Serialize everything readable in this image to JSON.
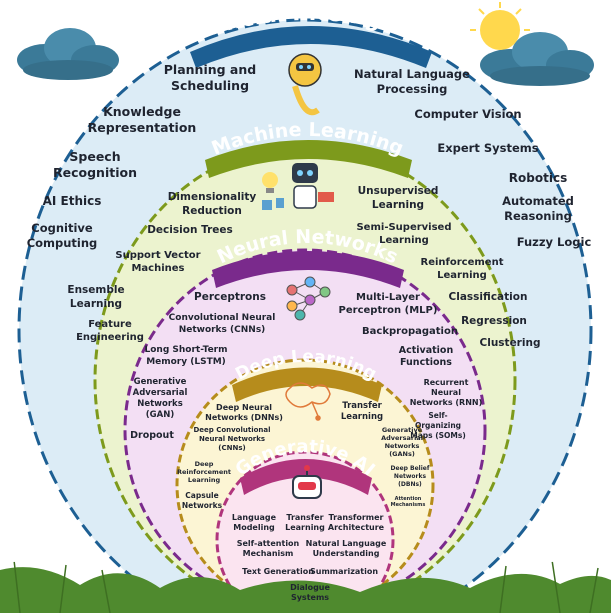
{
  "layers": [
    {
      "title": "Artificial Intelligence",
      "items": [
        "Planning and Scheduling",
        "Natural Language Processing",
        "Knowledge Representation",
        "Computer Vision",
        "Speech Recognition",
        "Expert Systems",
        "AI Ethics",
        "Robotics",
        "Cognitive Computing",
        "Automated Reasoning",
        "Fuzzy Logic"
      ]
    },
    {
      "title": "Machine Learning",
      "items": [
        "Dimensionality Reduction",
        "Unsupervised Learning",
        "Decision Trees",
        "Semi-Supervised Learning",
        "Support Vector Machines",
        "Reinforcement Learning",
        "Ensemble Learning",
        "Classification",
        "Feature Engineering",
        "Regression",
        "Clustering"
      ]
    },
    {
      "title": "Neural Networks",
      "items": [
        "Perceptrons",
        "Multi-Layer Perceptron (MLP)",
        "Convolutional Neural Networks (CNNs)",
        "Backpropagation",
        "Long Short-Term Memory (LSTM)",
        "Activation Functions",
        "Generative Adversarial Networks (GAN)",
        "Recurrent Neural Networks (RNN)",
        "Dropout",
        "Self-Organizing Maps (SOMs)"
      ]
    },
    {
      "title": "Deep Learning",
      "items": [
        "Deep Neural Networks (DNNs)",
        "Transfer Learning",
        "Deep Convolutional Neural Networks (CNNs)",
        "Generative Adversarial Networks (GANs)",
        "Deep Reinforcement Learning",
        "Deep Belief Networks (DBNs)",
        "Capsule Networks",
        "Attention Mechanisms"
      ]
    },
    {
      "title": "Generative AI",
      "items": [
        "Language Modeling",
        "Transfer Learning",
        "Transformer Architecture",
        "Self-attention Mechanism",
        "Natural Language Understanding",
        "Text Generation",
        "Summarization",
        "Dialogue Systems"
      ]
    }
  ],
  "colors": {
    "ai_fill": "#dcecf6",
    "ai_border": "#1d5f93",
    "ml_fill": "#ecf3cf",
    "ml_border": "#7d9a1c",
    "nn_fill": "#f3dff4",
    "nn_border": "#7a2a8c",
    "dl_fill": "#fcf5d4",
    "dl_border": "#b68c1c",
    "gen_fill": "#fbe4f0",
    "gen_border": "#b0357c"
  },
  "icons": [
    "cloud-icon",
    "sun-icon",
    "robot-icon",
    "lightbulb-icon",
    "neural-network-icon",
    "brain-circuit-icon",
    "robot-head-icon",
    "grass-icon"
  ]
}
